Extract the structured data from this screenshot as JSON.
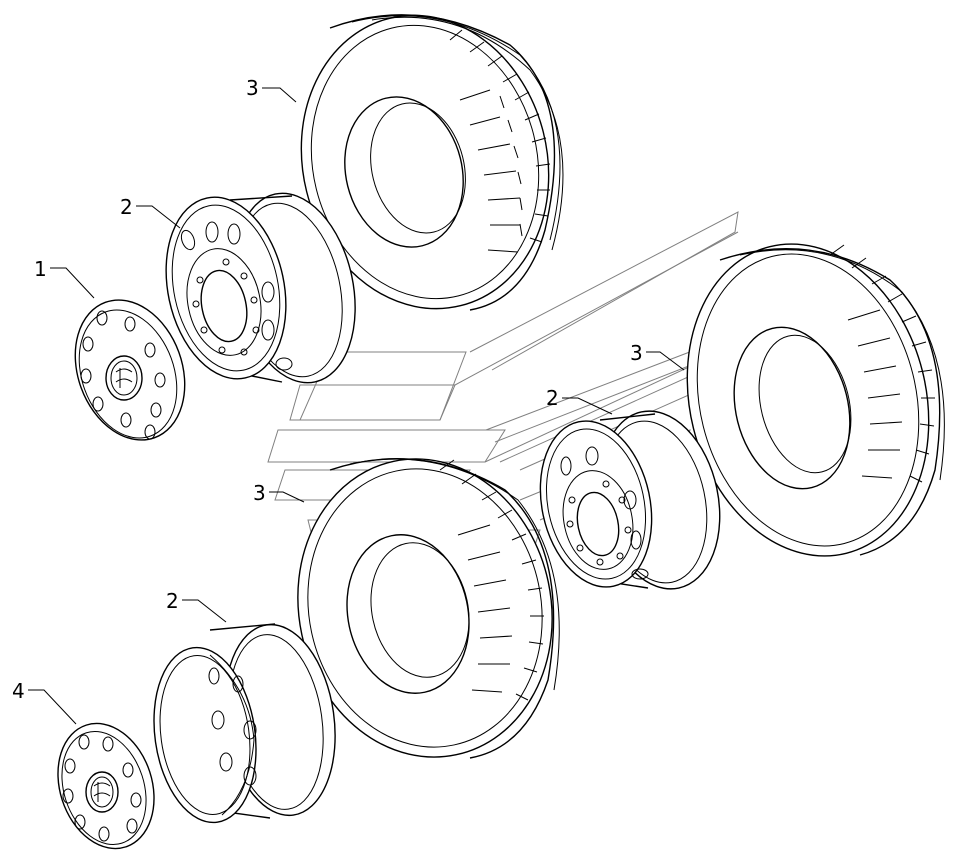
{
  "callouts": [
    {
      "id": "tire-upper",
      "label": "3"
    },
    {
      "id": "rim-upper",
      "label": "2"
    },
    {
      "id": "hubcap-upper",
      "label": "1"
    },
    {
      "id": "tire-right",
      "label": "3"
    },
    {
      "id": "rim-right",
      "label": "2"
    },
    {
      "id": "tire-middle",
      "label": "3"
    },
    {
      "id": "rim-lower",
      "label": "2"
    },
    {
      "id": "hubcap-lower",
      "label": "4"
    }
  ],
  "colors": {
    "line": "#000000",
    "watermark": "#808080",
    "background": "#ffffff"
  }
}
